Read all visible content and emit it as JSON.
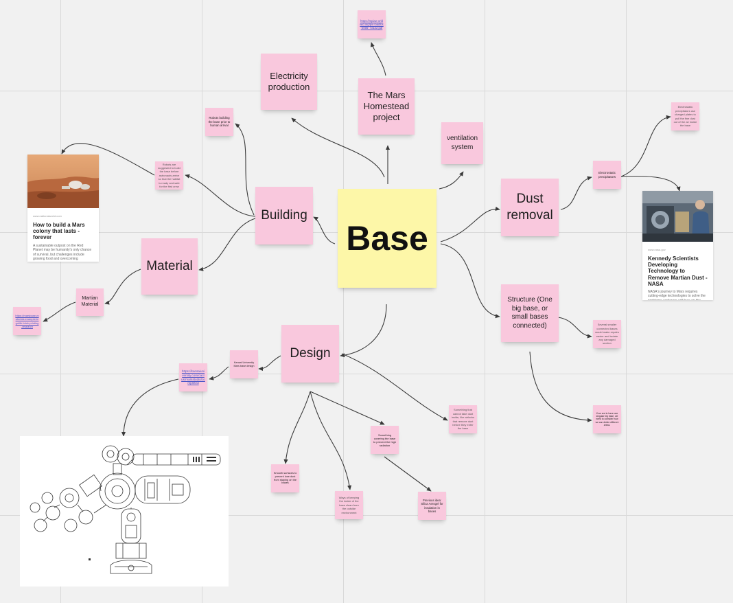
{
  "board": {
    "central_note": "Base",
    "notes": {
      "building": "Building",
      "material": "Material",
      "design": "Design",
      "dust_removal": "Dust removal",
      "structure": "Structure (One big base, or small bases connected)",
      "electricity": "Electricity production",
      "homestead": "The Mars Homestead project",
      "ventilation": "ventilation system",
      "martian_material": "Martian Material",
      "robots": "Robots building the base prior to human arrival",
      "electrostatic": "Electrostatic precipitators",
      "smooth_surface": "Smooth surfaces to prevent lose dust from staying on the bases",
      "covering": "Something covering the base to prevent the high radiation",
      "aerogel": "Previous idea: Silica Aerogel for insulation in bases",
      "single_big_base": "If we are to have one singular big base, we need to consider how we can divide different areas.",
      "kansai_design": "Kansai University Mars base design",
      "homestead_link": "https://mpiaw orldwid.org/pw loads/x-2005- 7a1s2.pdf",
      "kansai_link": "https://kansaiuniversity.com/cactus/marsstudio/completed"
    },
    "faded_notes": {
      "robots_detail": "Robots are suggested to build the base before astronauts arrive so that the habitat is ready and safe for the first crew",
      "material_link": "https://marsbase-materials.example/regolith-brick-printing-research",
      "electrostatic_detail": "Electrostatic precipitators use charged plates to pull the fine dust out of the air inside the base",
      "structure_detail": "Several smaller connected bases would make repairs easier and isolate any damaged section",
      "design_detail": "Something that cannot take dust inside, like airlocks that remove dust before they enter the base",
      "lower_detail": "Ways of keeping the inside of the base clean from the outside environment"
    },
    "cards": {
      "mars_colony": {
        "source": "www.nationalworld.com",
        "title": "How to build a Mars colony that lasts - forever",
        "description": "A sustainable outpost on the Red Planet may be humanity's only chance of survival, but challenges include growing food and overcoming insomnia."
      },
      "nasa": {
        "source": "www.nasa.gov",
        "title": "Kennedy Scientists Developing Technology to Remove Martian Dust - NASA",
        "description": "NASA's journey to Mars requires cutting-edge technologies to solve the problems explorers will face on the Red Planet. Scientists at the agency's Kennedy"
      }
    },
    "colors": {
      "sticky_pink": "#f9c8dd",
      "sticky_yellow": "#fdf7a8",
      "canvas": "#f1f1f1",
      "grid": "#d9d9d9",
      "connector": "#3a3a3a"
    }
  }
}
